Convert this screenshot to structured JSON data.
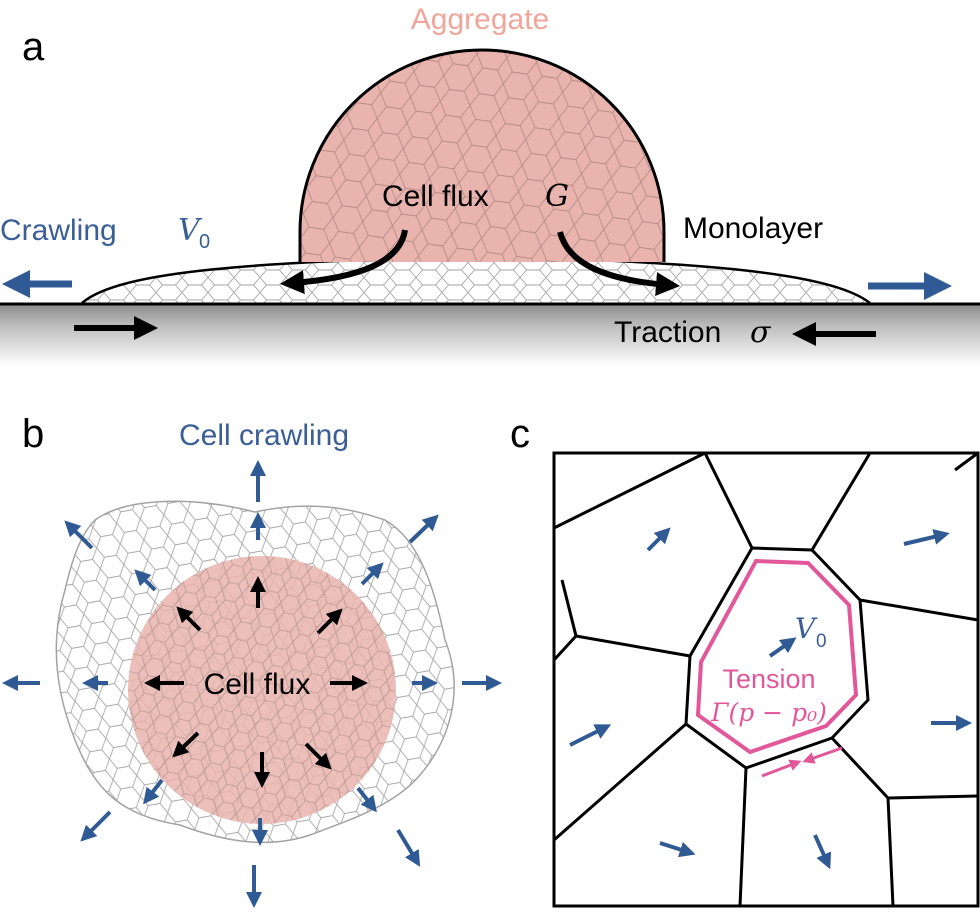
{
  "panel_a": {
    "letter": "a",
    "aggregate_label": "Aggregate",
    "cell_flux_label": "Cell flux",
    "cell_flux_symbol": "G",
    "crawling_label": "Crawling",
    "crawling_symbol": "V",
    "crawling_subscript": "0",
    "monolayer_label": "Monolayer",
    "traction_label": "Traction",
    "traction_symbol": "σ"
  },
  "panel_b": {
    "letter": "b",
    "cell_crawling_label": "Cell crawling",
    "cell_flux_label": "Cell flux"
  },
  "panel_c": {
    "letter": "c",
    "velocity_symbol": "V",
    "velocity_subscript": "0",
    "tension_label": "Tension",
    "tension_formula": "Γ(p − p₀)"
  },
  "colors": {
    "aggregate_fill": "#eab4ae",
    "aggregate_text": "#f0a69a",
    "blue_arrow": "#2f5a94",
    "blue_text": "#3a5f96",
    "pink": "#e2579a",
    "cell_edge": "#a3a3a3"
  }
}
